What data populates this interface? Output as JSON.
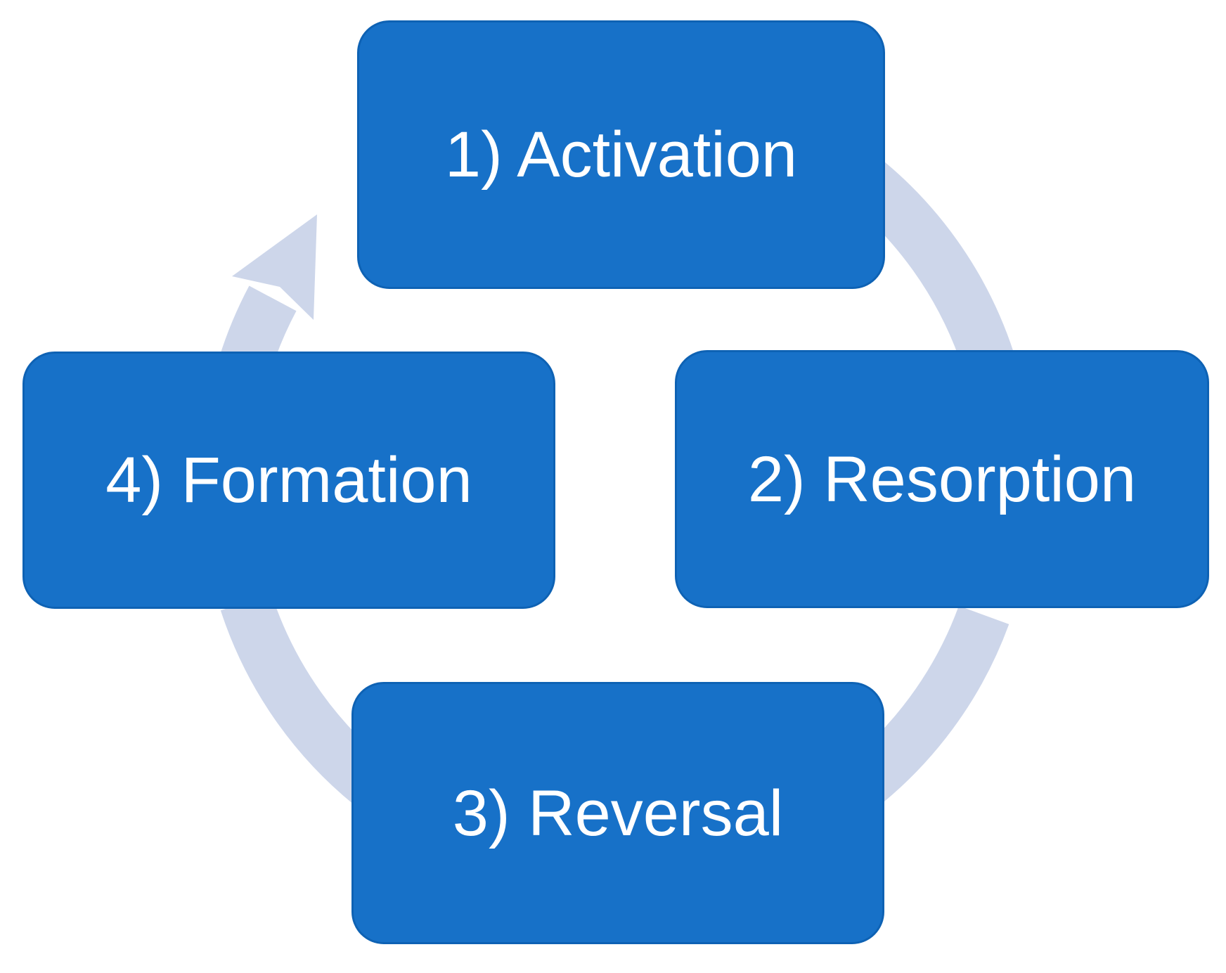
{
  "diagram": {
    "type": "cycle",
    "direction": "clockwise",
    "steps": [
      {
        "label": "1) Activation"
      },
      {
        "label": "2) Resorption"
      },
      {
        "label": "3) Reversal"
      },
      {
        "label": "4) Formation"
      }
    ],
    "colors": {
      "box_fill": "#1771C8",
      "box_border": "#0E62B4",
      "ring": "#CDD6EA",
      "text": "#FFFFFF"
    }
  }
}
